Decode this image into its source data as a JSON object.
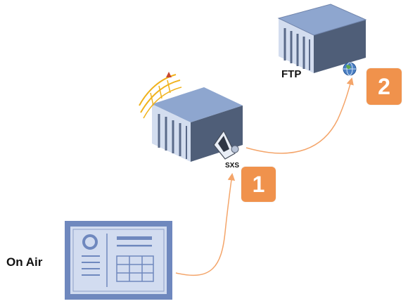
{
  "labels": {
    "ftp": "FTP",
    "sxs": "SXS",
    "on_air": "On Air"
  },
  "steps": [
    {
      "number": "1"
    },
    {
      "number": "2"
    }
  ],
  "colors": {
    "badge": "#f0924c",
    "arrow": "#f4a56a",
    "server_top": "#8ea6cf",
    "server_side": "#4f5e78",
    "server_front": "#d3ddef",
    "tablet_frame": "#6f88be",
    "tablet_screen": "#d2dcf0",
    "globe": "#4a7fc3",
    "sql_logo": "#f0b21c"
  },
  "icons": {
    "ftp_server": "server-icon",
    "globe": "globe-icon",
    "sxs_server": "server-icon",
    "sql_logo": "sql-server-logo-icon",
    "sxs_card": "sxs-card-icon",
    "on_air_device": "form-tablet-icon"
  }
}
